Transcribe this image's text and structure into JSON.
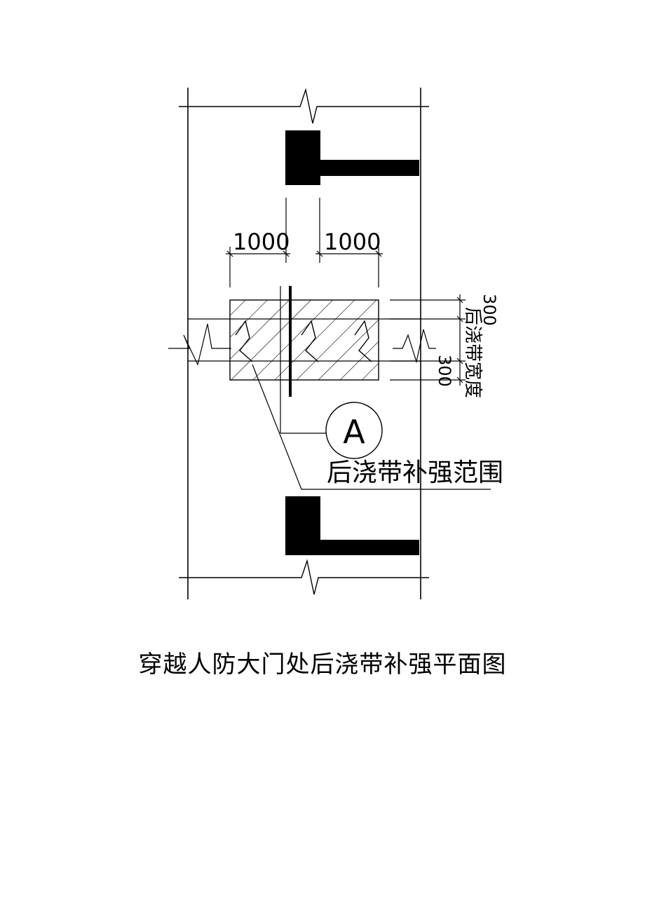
{
  "diagram": {
    "dimension_left": "1000",
    "dimension_right": "1000",
    "dimension_upper_offset": "300",
    "dimension_lower_offset": "300",
    "band_width_label": "后浇带宽度",
    "detail_marker": "A",
    "callout_label": "后浇带补强范围"
  },
  "caption": "穿越人防大门处后浇带补强平面图"
}
